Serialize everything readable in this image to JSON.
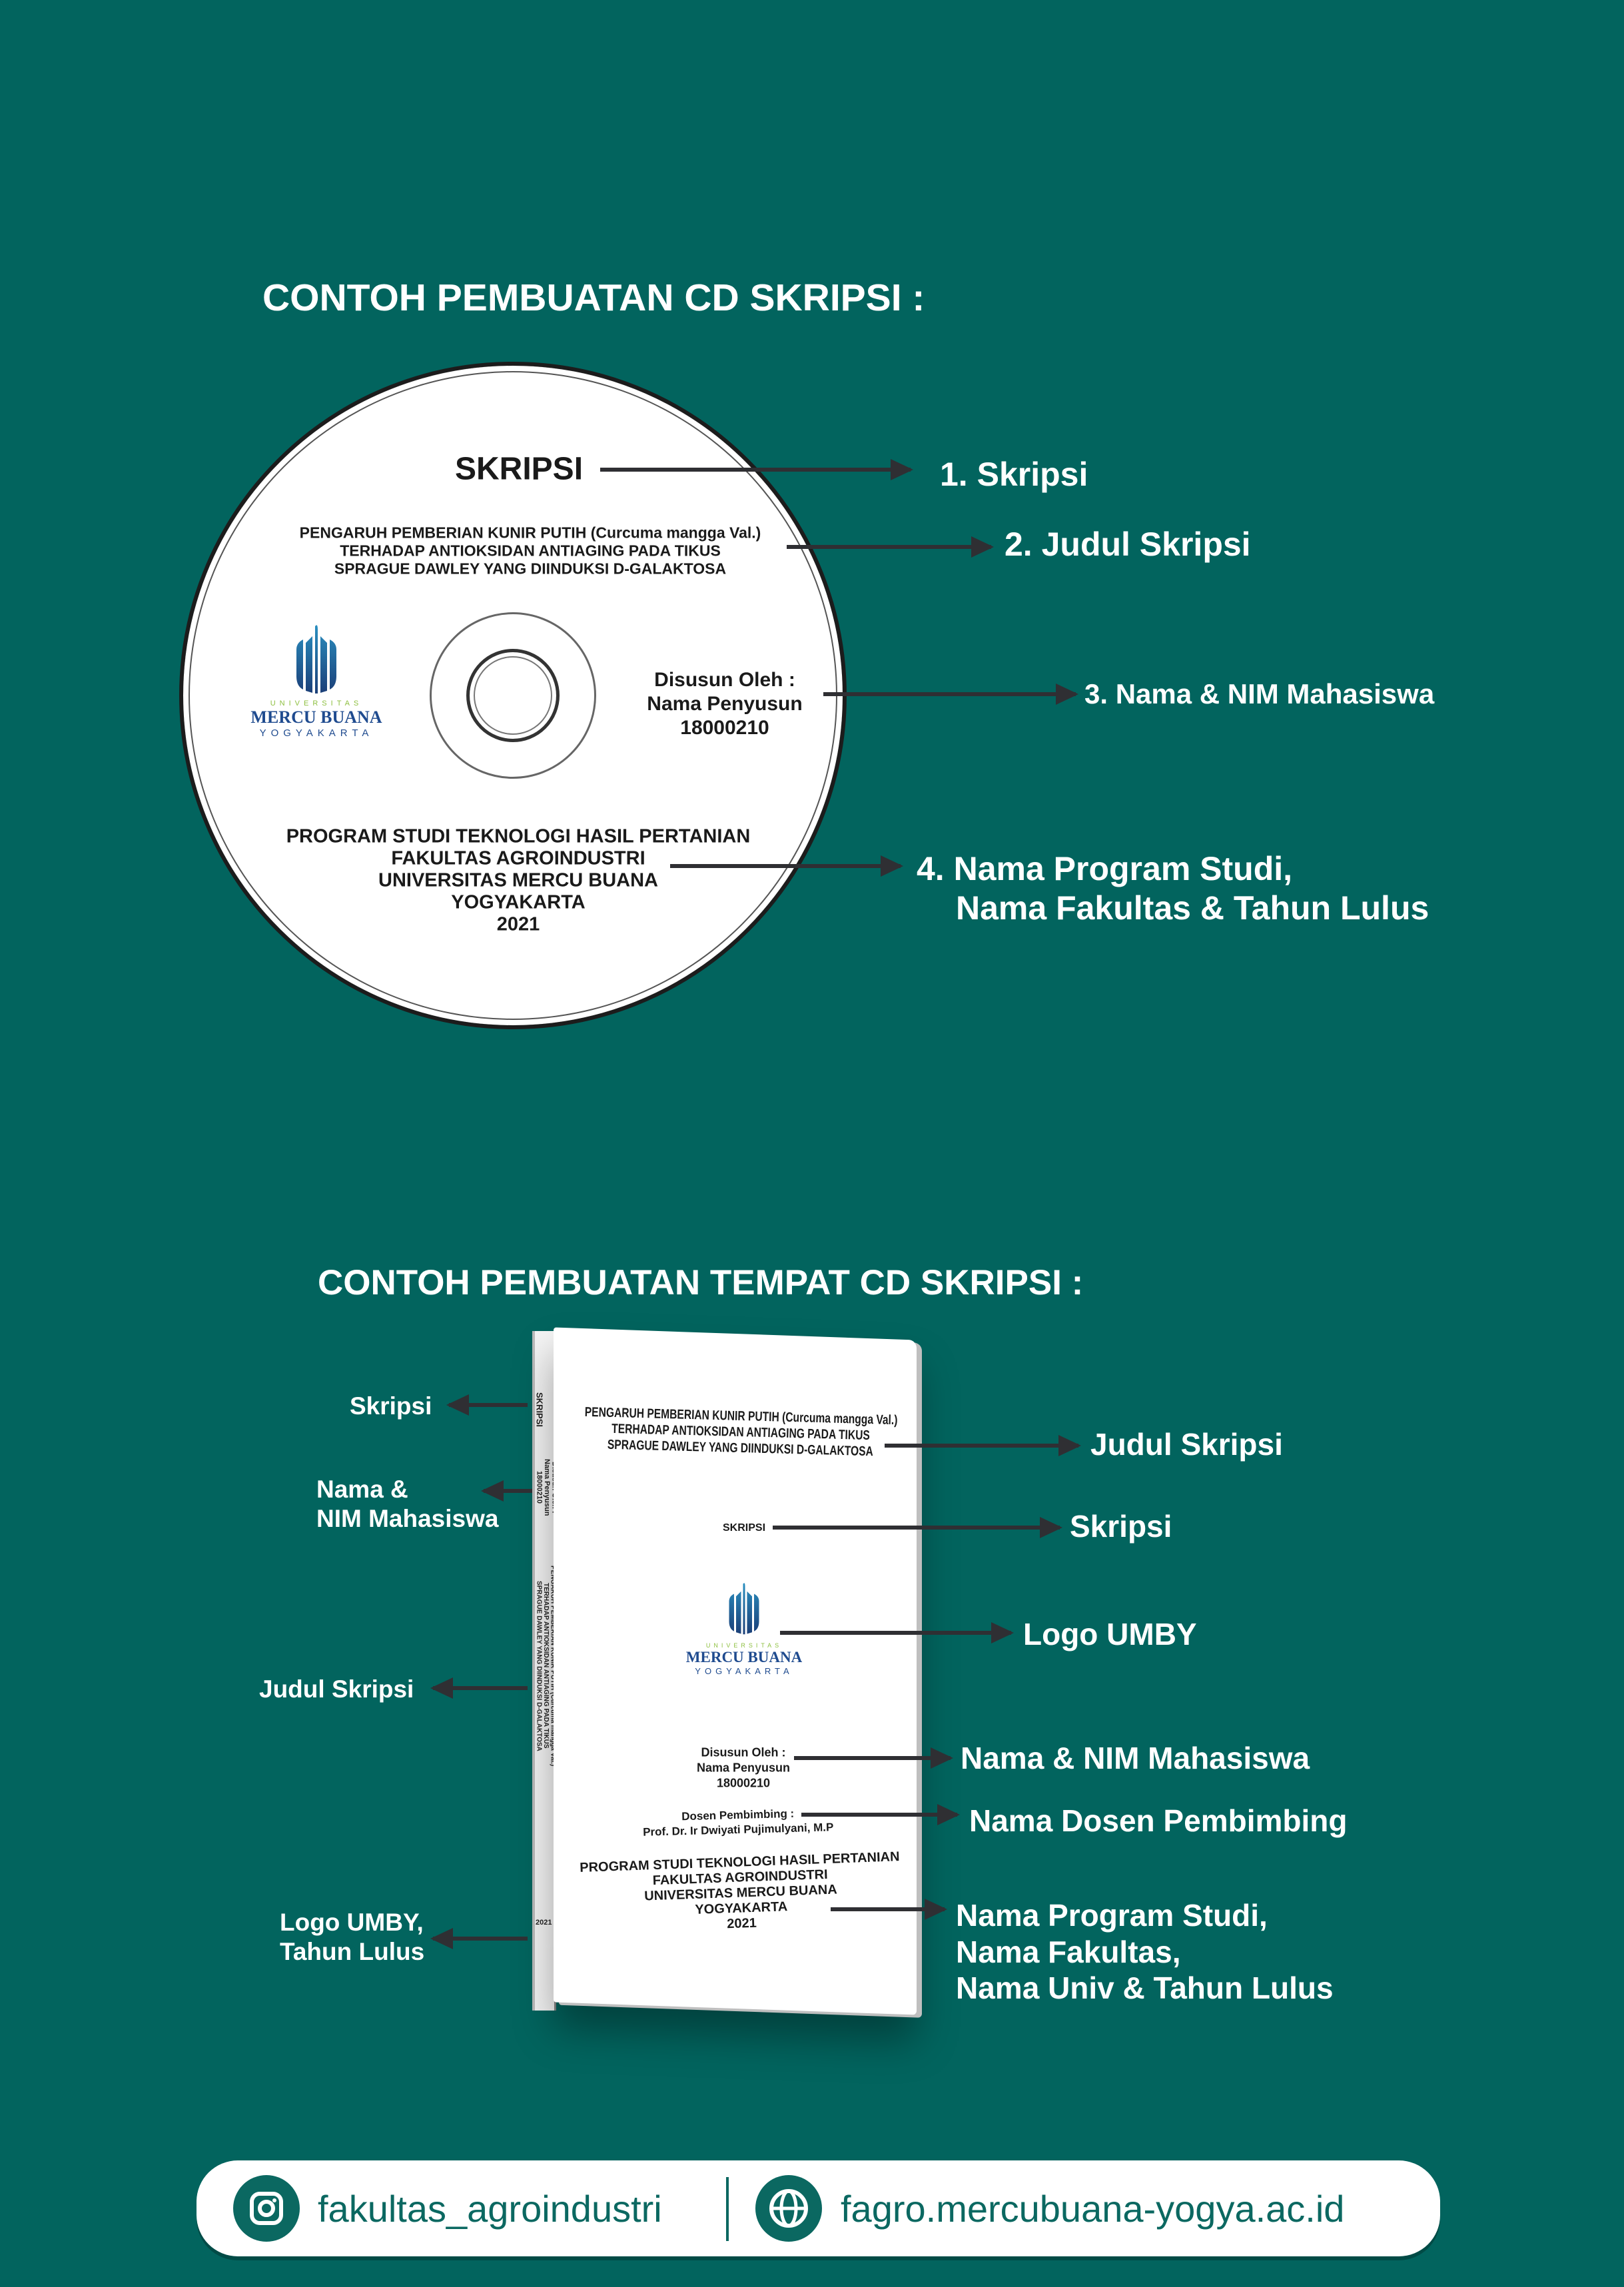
{
  "colors": {
    "background": "#02645e",
    "accent": "#0b6861",
    "arrow": "#2f2f33"
  },
  "section1": {
    "title": "CONTOH PEMBUATAN CD SKRIPSI :",
    "disc": {
      "heading": "SKRIPSI",
      "judul": [
        "PENGARUH PEMBERIAN KUNIR PUTIH (Curcuma mangga Val.)",
        "TERHADAP ANTIOKSIDAN ANTIAGING PADA TIKUS",
        "SPRAGUE DAWLEY YANG DIINDUKSI D-GALAKTOSA"
      ],
      "author": [
        "Disusun Oleh :",
        "Nama Penyusun",
        "18000210"
      ],
      "program": [
        "PROGRAM STUDI TEKNOLOGI HASIL PERTANIAN",
        "FAKULTAS AGROINDUSTRI",
        "UNIVERSITAS MERCU BUANA",
        "YOGYAKARTA",
        "2021"
      ]
    },
    "labels": {
      "l1": "1. Skripsi",
      "l2": "2. Judul Skripsi",
      "l3": "3. Nama & NIM Mahasiswa",
      "l4a": "4. Nama Program Studi,",
      "l4b": "Nama Fakultas & Tahun Lulus"
    }
  },
  "logo": {
    "top": "UNIVERSITAS",
    "name": "MERCU BUANA",
    "city": "YOGYAKARTA"
  },
  "section2": {
    "title": "CONTOH PEMBUATAN TEMPAT CD SKRIPSI :",
    "spine": {
      "skripsi": "SKRIPSI",
      "author": [
        "Disusun Oleh :",
        "Nama Penyusun",
        "18000210"
      ],
      "judul": [
        "PENGARUH PEMBERIAN KUNIR PUTIH (Curcuma mangga Val.)",
        "TERHADAP ANTIOKSIDAN ANTIAGING PADA TIKUS",
        "SPRAGUE DAWLEY YANG DIINDUKSI D-GALAKTOSA"
      ],
      "year": "2021"
    },
    "front": {
      "judul": [
        "PENGARUH PEMBERIAN KUNIR PUTIH (Curcuma mangga Val.)",
        "TERHADAP ANTIOKSIDAN ANTIAGING PADA TIKUS",
        "SPRAGUE DAWLEY YANG DIINDUKSI D-GALAKTOSA"
      ],
      "skripsi": "SKRIPSI",
      "author": [
        "Disusun Oleh :",
        "Nama Penyusun",
        "18000210"
      ],
      "dosen": [
        "Dosen Pembimbing :",
        "Prof. Dr. Ir Dwiyati Pujimulyani, M.P"
      ],
      "program": [
        "PROGRAM STUDI TEKNOLOGI HASIL PERTANIAN",
        "FAKULTAS AGROINDUSTRI",
        "UNIVERSITAS MERCU BUANA",
        "YOGYAKARTA",
        "2021"
      ]
    },
    "left_labels": {
      "skripsi": "Skripsi",
      "nama1": "Nama &",
      "nama2": "NIM Mahasiswa",
      "judul": "Judul Skripsi",
      "logo1": "Logo UMBY,",
      "logo2": "Tahun Lulus"
    },
    "right_labels": {
      "judul": "Judul Skripsi",
      "skripsi": "Skripsi",
      "logo": "Logo UMBY",
      "nama": "Nama & NIM Mahasiswa",
      "dosen": "Nama Dosen Pembimbing",
      "prog1": "Nama Program Studi,",
      "prog2": "Nama Fakultas,",
      "prog3": "Nama Univ & Tahun Lulus"
    }
  },
  "footer": {
    "instagram": "fakultas_agroindustri",
    "website": "fagro.mercubuana-yogya.ac.id"
  }
}
